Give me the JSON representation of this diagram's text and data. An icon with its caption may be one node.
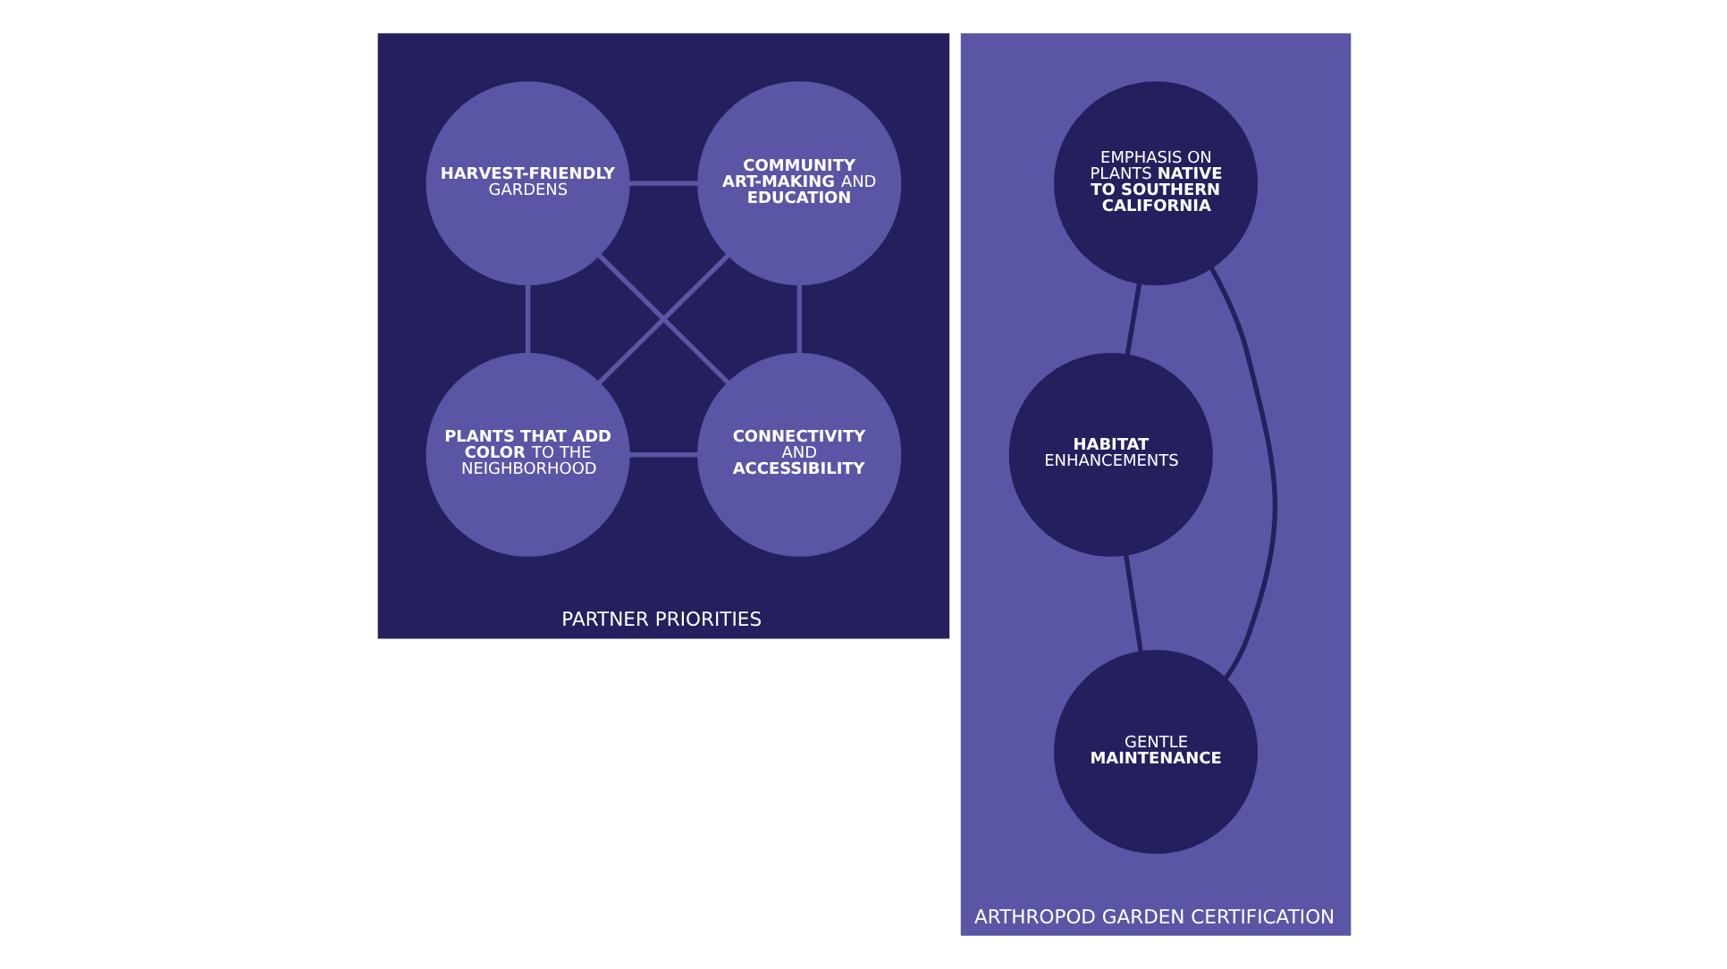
{
  "diagram": {
    "nodes": [
      {
        "text": [
          "PARTNER PRIORITIES"
        ]
      },
      {
        "text": [
          "**HARVEST-FRIENDLY** GARDENS"
        ],
        "in": 0
      },
      {
        "text": [
          "**COMMUNITY ART-MAKING** AND **EDUCATION**"
        ],
        "in": 0
      },
      {
        "text": [
          "**PLANTS THAT ADD COLOR** TO THE NEIGHBORHOOD"
        ],
        "in": 0
      },
      {
        "text": [
          "**CONNECTIVITY** AND **ACCESSIBILITY**"
        ],
        "in": 0
      },
      {
        "text": [
          "ARTHROPOD GARDEN CERTIFICATION"
        ]
      },
      {
        "text": [
          "EMPHASIS ON PLANTS **NATIVE TO SOUTHERN CALIFORNIA**"
        ],
        "in": 5
      },
      {
        "text": [
          "**HABITAT** ENHANCEMENTS"
        ],
        "in": 5
      },
      {
        "text": [
          "GENTLE **MAINTENANCE**"
        ],
        "in": 5
      }
    ],
    "edges": [
      {
        "from": 1,
        "to": 2,
        "arrow": "none"
      },
      {
        "from": 1,
        "to": 3,
        "arrow": "none"
      },
      {
        "from": 1,
        "to": 4,
        "arrow": "none"
      },
      {
        "from": 2,
        "to": 3,
        "arrow": "none"
      },
      {
        "from": 2,
        "to": 4,
        "arrow": "none"
      },
      {
        "from": 3,
        "to": 4,
        "arrow": "none"
      },
      {
        "from": 6,
        "to": 7,
        "arrow": "none",
        "color": "#24205e"
      },
      {
        "from": 6,
        "to": 8,
        "arrow": "none",
        "color": "#24205e"
      },
      {
        "from": 7,
        "to": 8,
        "arrow": "none",
        "color": "#24205e"
      }
    ]
  }
}
